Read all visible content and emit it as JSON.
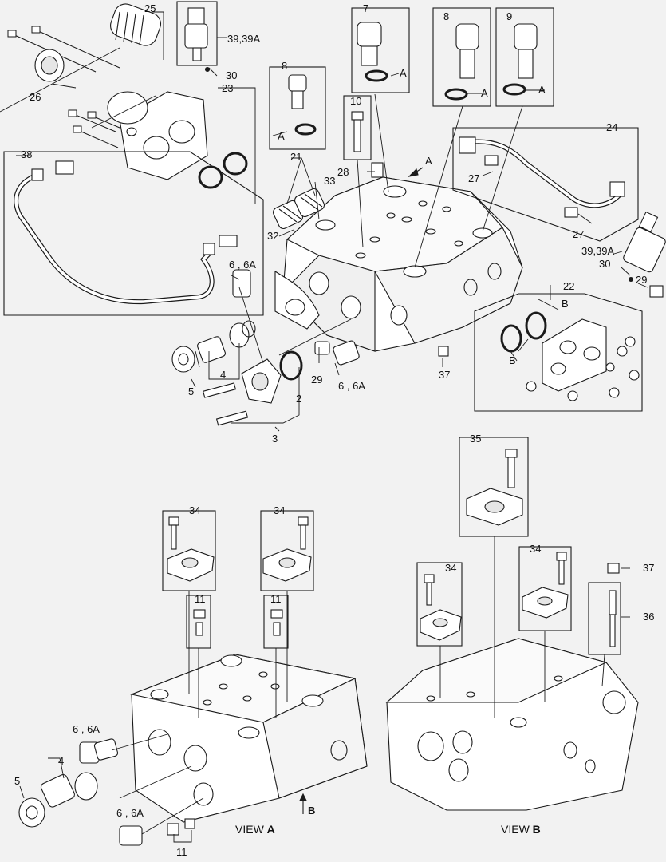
{
  "labels": {
    "p2": "2",
    "p3": "3",
    "p4a": "4",
    "p4b": "4",
    "p5a": "5",
    "p5b": "5",
    "p6a": "6 , 6A",
    "p6b": "6 , 6A",
    "p6c": "6 , 6A",
    "p6d": "6 , 6A",
    "p7": "7",
    "p8a": "8",
    "p8b": "8",
    "p9": "9",
    "p10": "10",
    "p11a": "11",
    "p11b": "11",
    "p11c": "11",
    "p21": "21",
    "p22": "22",
    "p23": "23",
    "p24": "24",
    "p25": "25",
    "p26": "26",
    "p27a": "27",
    "p27b": "27",
    "p28": "28",
    "p29a": "29",
    "p29b": "29",
    "p30a": "30",
    "p30b": "30",
    "p32": "32",
    "p33": "33",
    "p34a": "34",
    "p34b": "34",
    "p34c": "34",
    "p34d": "34",
    "p35": "35",
    "p36": "36",
    "p37a": "37",
    "p37b": "37",
    "p38": "38",
    "p39a": "39,39A",
    "p39b": "39,39A",
    "A1": "A",
    "A2": "A",
    "A3": "A",
    "A4": "A",
    "A5": "A",
    "B1": "B",
    "B2": "B",
    "B3": "B"
  },
  "views": {
    "a_prefix": "VIEW ",
    "a_letter": "A",
    "b_prefix": "VIEW ",
    "b_letter": "B"
  },
  "colors": {
    "line": "#1a1a1a",
    "part": "#ffffff",
    "shade": "#d9d9d9",
    "background": "#f2f2f2"
  }
}
